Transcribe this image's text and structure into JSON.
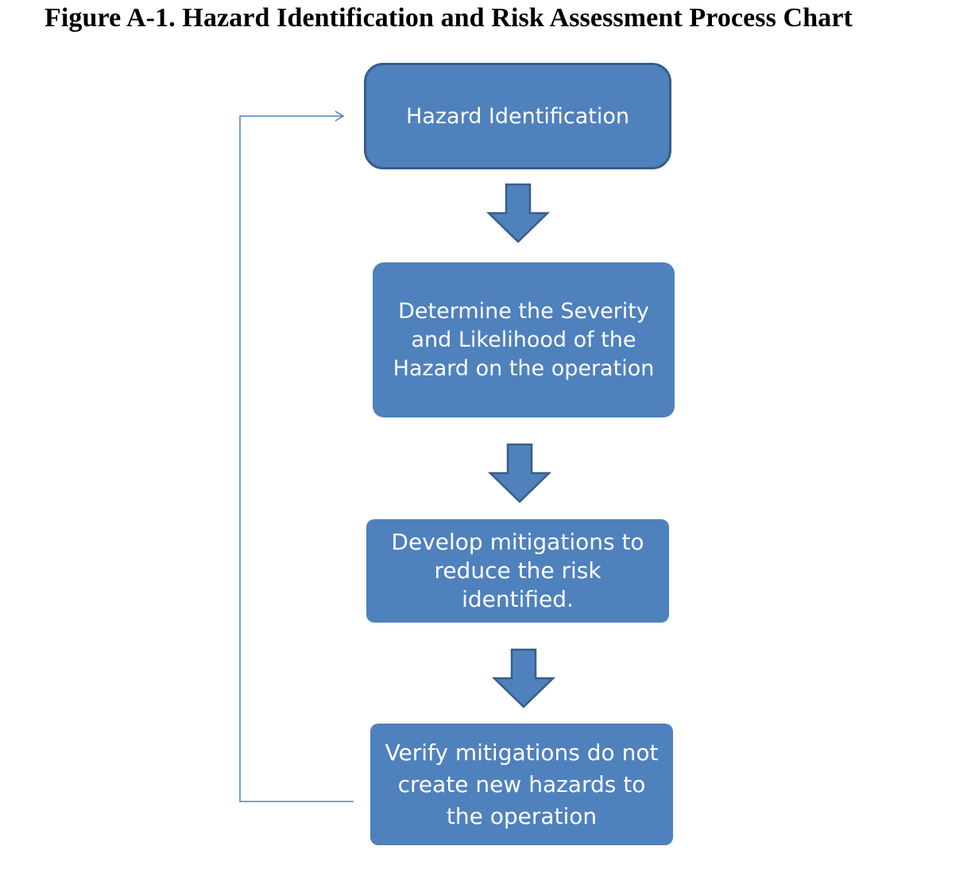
{
  "title": "Figure A-1. Hazard Identification and Risk Assessment Process Chart",
  "steps": [
    {
      "label": "Hazard Identification"
    },
    {
      "label": "Determine the Severity and Likelihood of the Hazard on the operation"
    },
    {
      "label": "Develop mitigations to reduce the risk identified."
    },
    {
      "label": "Verify mitigations do not create new hazards to the operation"
    }
  ],
  "colors": {
    "box_fill": "#4f81bd",
    "box_border": "#385d8a",
    "arrow_fill": "#4f81bd",
    "connector_line": "#4f81bd",
    "text": "#ffffff"
  },
  "icons": {
    "step_arrow": "down-arrow-icon",
    "feedback_arrow": "right-arrow-icon"
  }
}
